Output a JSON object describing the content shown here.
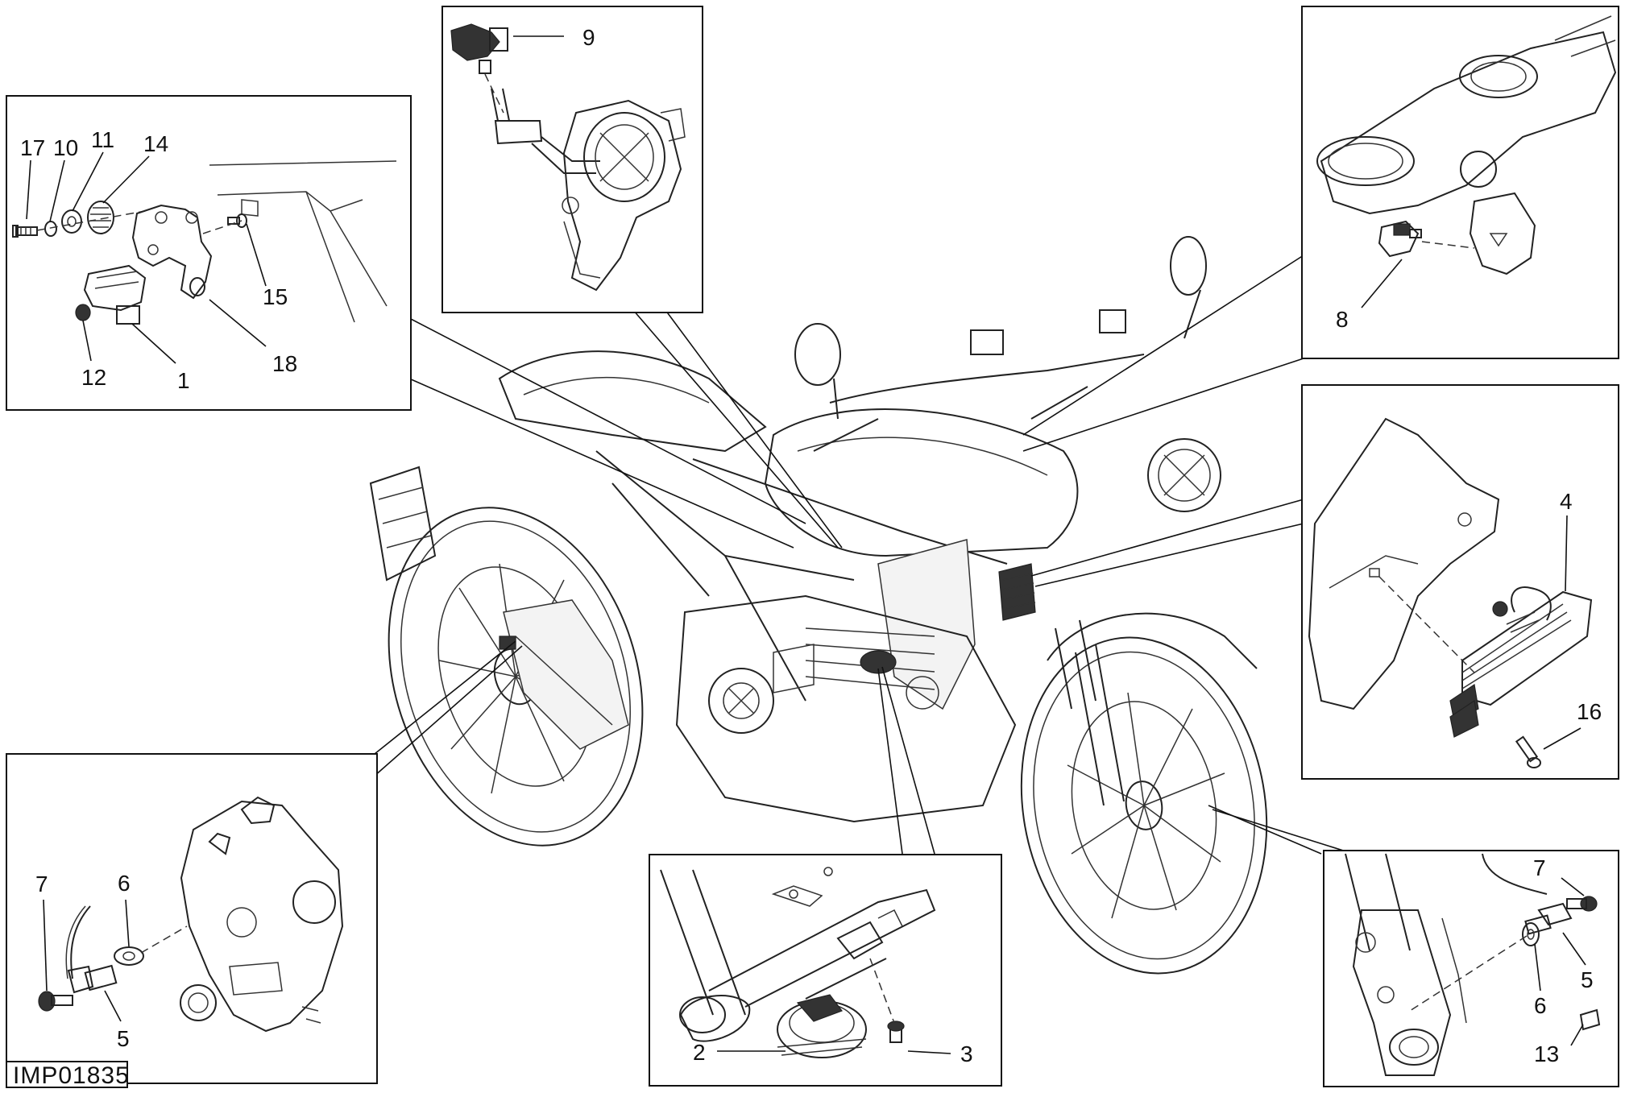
{
  "drawing_code": "IMP01835",
  "callouts": {
    "c17": "17",
    "c10": "10",
    "c11": "11",
    "c14": "14",
    "c15": "15",
    "c18": "18",
    "c12": "12",
    "c1": "1",
    "c9": "9",
    "c8": "8",
    "c4": "4",
    "c16": "16",
    "c7a": "7",
    "c6a": "6",
    "c5a": "5",
    "c2": "2",
    "c3": "3",
    "c7b": "7",
    "c5b": "5",
    "c6b": "6",
    "c13": "13"
  }
}
